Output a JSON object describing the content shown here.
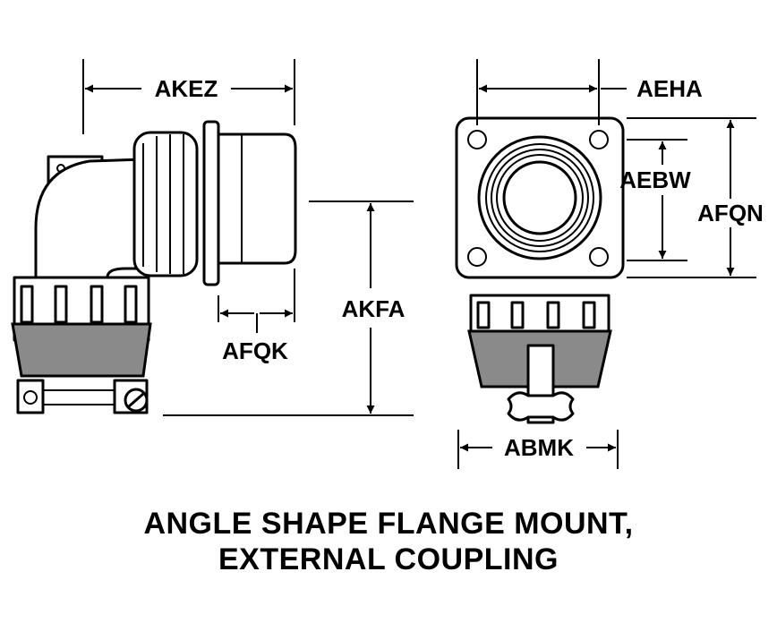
{
  "labels": {
    "akez": "AKEZ",
    "afqk": "AFQK",
    "akfa": "AKFA",
    "aeha": "AEHA",
    "aebw": "AEBW",
    "afqn": "AFQN",
    "abmk": "ABMK"
  },
  "caption": {
    "line1": "ANGLE SHAPE FLANGE MOUNT,",
    "line2": "EXTERNAL COUPLING"
  },
  "colors": {
    "ink": "#000000",
    "shade": "#8a8a8a",
    "paper": "#ffffff"
  }
}
